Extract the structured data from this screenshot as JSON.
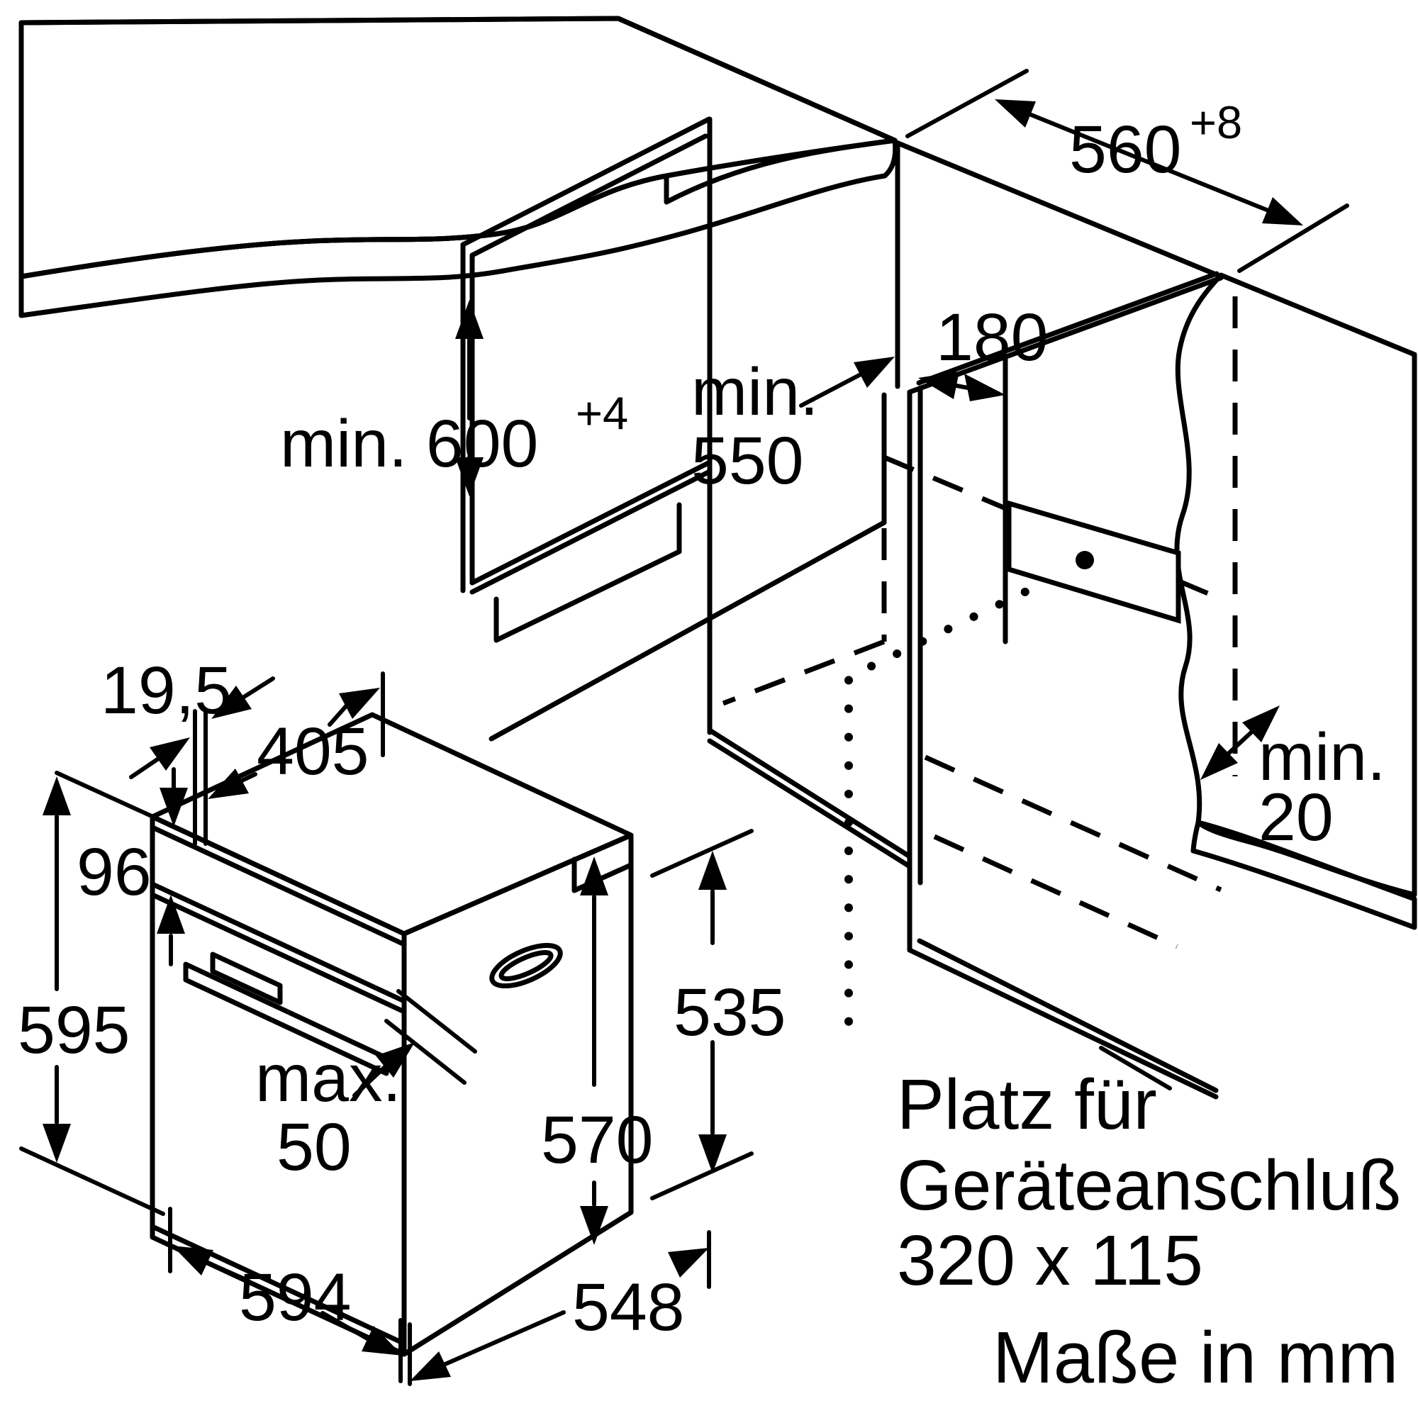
{
  "diagram": {
    "labels": {
      "height_cabinet": {
        "main": "min. 600",
        "sup": "+4"
      },
      "width_niche": {
        "main": "560",
        "sup": "+8"
      },
      "depth_niche": {
        "line1": "min.",
        "line2": "550"
      },
      "connection_offset": "180",
      "rear_gap": {
        "line1": "min.",
        "line2": "20"
      },
      "front_overhang": "19,5",
      "top_depth": "405",
      "panel_height": "96",
      "oven_height": "595",
      "handle_depth": {
        "line1": "max.",
        "line2": "50"
      },
      "casing_height_front": "570",
      "casing_height_rear": "535",
      "oven_width": "594",
      "oven_depth": "548",
      "connection_area": {
        "line1": "Platz für",
        "line2": "Geräteanschluß",
        "line3": "320 x 115"
      },
      "units_note": "Maße in mm"
    },
    "colors": {
      "line": "#000000",
      "surface_light": "#ececec",
      "surface_shade": "#d7d7d7",
      "background": "#ffffff"
    }
  }
}
